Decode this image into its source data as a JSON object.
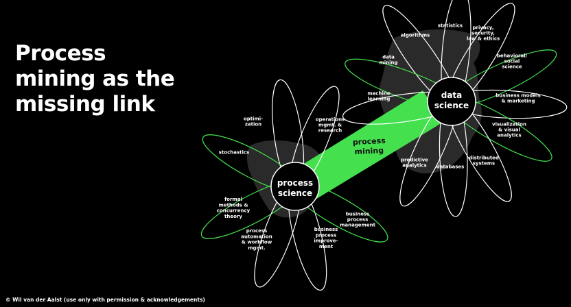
{
  "title": [
    "Process",
    "mining as the",
    "missing link"
  ],
  "footer": "© Wil van der Aalst (use only with permission & acknowledgements)",
  "colors": {
    "green": "#44e04e",
    "white": "#ffffff",
    "background": "#000000",
    "shadow": "#2a2a2a"
  },
  "process_science": {
    "label": [
      "process",
      "science"
    ],
    "petals": [
      {
        "label": [
          "optimi-",
          "zation"
        ],
        "highlight": "white"
      },
      {
        "label": [
          "operations",
          "mgmt. &",
          "research"
        ],
        "highlight": "white"
      },
      {
        "label": [
          "stochastics"
        ],
        "highlight": "green"
      },
      {
        "label": [
          "formal",
          "methods &",
          "concurrency",
          "theory"
        ],
        "highlight": "green"
      },
      {
        "label": [
          "process",
          "automation",
          "& workflow",
          "mgmt."
        ],
        "highlight": "white"
      },
      {
        "label": [
          "business",
          "process",
          "improve-",
          "ment"
        ],
        "highlight": "white"
      },
      {
        "label": [
          "business",
          "process",
          "management"
        ],
        "highlight": "green"
      }
    ]
  },
  "data_science": {
    "label": [
      "data",
      "science"
    ],
    "petals": [
      {
        "label": [
          "algorithms"
        ],
        "highlight": "white"
      },
      {
        "label": [
          "statistics"
        ],
        "highlight": "white"
      },
      {
        "label": [
          "privacy,",
          "security,",
          "law & ethics"
        ],
        "highlight": "white"
      },
      {
        "label": [
          "data",
          "mining"
        ],
        "highlight": "green"
      },
      {
        "label": [
          "behavioral/",
          "social",
          "science"
        ],
        "highlight": "green"
      },
      {
        "label": [
          "machine",
          "learning"
        ],
        "highlight": "white"
      },
      {
        "label": [
          "business models",
          "& marketing"
        ],
        "highlight": "white"
      },
      {
        "label": [
          "visualization",
          "& visual",
          "analytics"
        ],
        "highlight": "green"
      },
      {
        "label": [
          "predictive",
          "analytics"
        ],
        "highlight": "white"
      },
      {
        "label": [
          "databases"
        ],
        "highlight": "white"
      },
      {
        "label": [
          "distributed",
          "systems"
        ],
        "highlight": "white"
      }
    ]
  },
  "link": {
    "label": [
      "process",
      "mining"
    ]
  }
}
